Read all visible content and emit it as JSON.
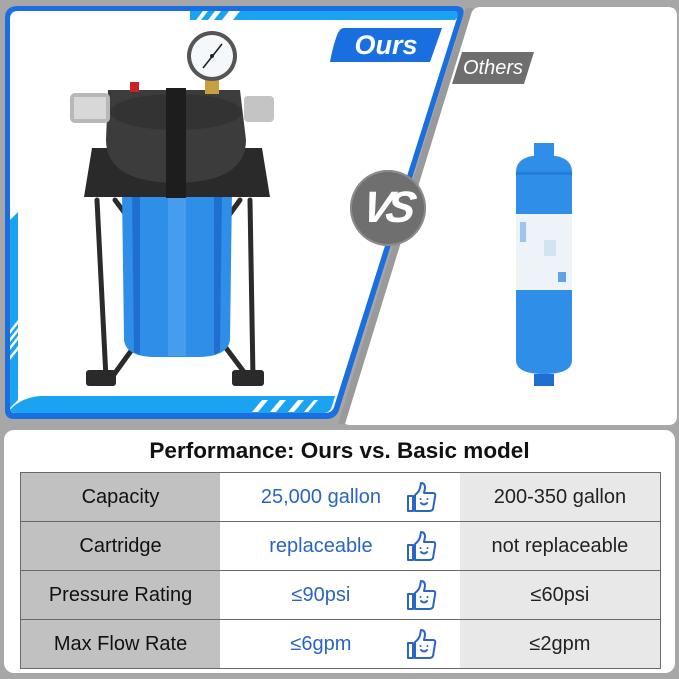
{
  "comparison": {
    "ours_label": "Ours",
    "others_label": "Others",
    "vs_label": "VS",
    "ours_product": "whole-house water filter with pressure gauge on folding stand",
    "others_product": "inline RV water filter cartridge (blurred label)"
  },
  "colors": {
    "brand_blue": "#1a6fe0",
    "accent_cyan": "#1aa3f0",
    "tag_grey": "#6e6e6e",
    "background_grey": "#a7a7a7",
    "ours_text": "#2a64c4",
    "label_col_bg": "#c1c1c1",
    "others_col_bg": "#e8e8e8"
  },
  "performance": {
    "title": "Performance: Ours vs. Basic model",
    "rows": [
      {
        "label": "Capacity",
        "ours": "25,000 gallon",
        "others": "200-350 gallon",
        "icon": "thumbs-up-smile-icon"
      },
      {
        "label": "Cartridge",
        "ours": "replaceable",
        "others": "not replaceable",
        "icon": "thumbs-up-smile-icon"
      },
      {
        "label": "Pressure Rating",
        "ours": "≤90psi",
        "others": "≤60psi",
        "icon": "thumbs-up-smile-icon"
      },
      {
        "label": "Max Flow Rate",
        "ours": "≤6gpm",
        "others": "≤2gpm",
        "icon": "thumbs-up-smile-icon"
      }
    ]
  }
}
